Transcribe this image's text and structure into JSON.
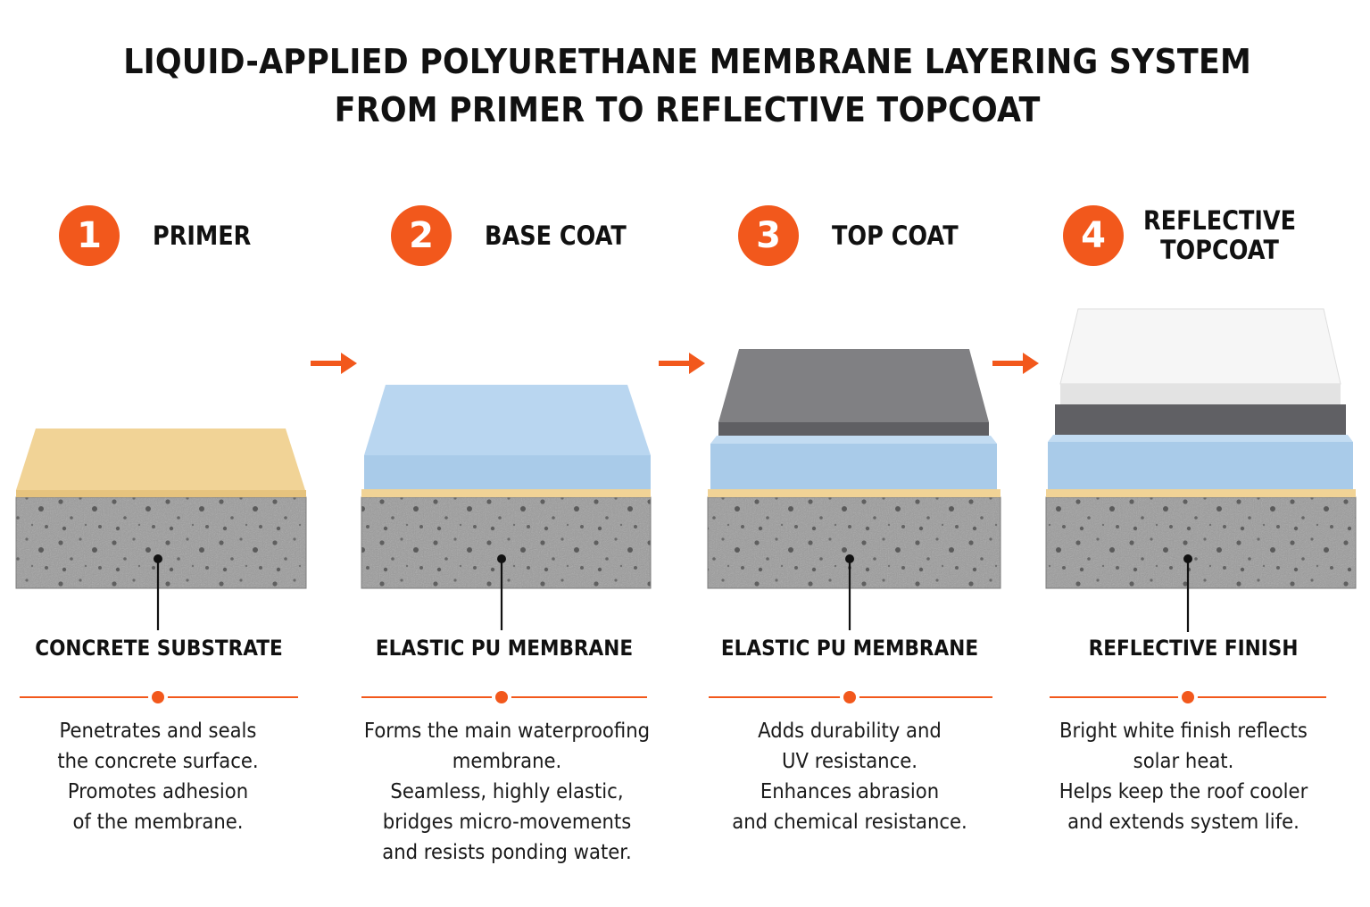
{
  "title": {
    "line1": "LIQUID-APPLIED POLYURETHANE MEMBRANE LAYERING SYSTEM",
    "line2": "FROM PRIMER TO REFLECTIVE TOPCOAT"
  },
  "colors": {
    "accent": "#f2581c",
    "primer": "#f1d396",
    "base_coat": "#b7d5ef",
    "top_coat": "#7b7b7e",
    "reflective": "#f6f6f6",
    "concrete": "#9b9b9b"
  },
  "steps": [
    {
      "number": "1",
      "title_lines": [
        "PRIMER"
      ],
      "callout": "CONCRETE SUBSTRATE",
      "description": [
        "Penetrates and seals",
        "the concrete surface.",
        "Promotes adhesion",
        "of the membrane."
      ]
    },
    {
      "number": "2",
      "title_lines": [
        "BASE COAT"
      ],
      "callout": "ELASTIC PU MEMBRANE",
      "description": [
        "Forms the main waterproofing",
        "membrane.",
        "Seamless, highly elastic,",
        "bridges micro-movements",
        "and resists ponding water."
      ]
    },
    {
      "number": "3",
      "title_lines": [
        "TOP COAT"
      ],
      "callout": "ELASTIC PU MEMBRANE",
      "description": [
        "Adds durability and",
        "UV resistance.",
        "Enhances abrasion",
        "and chemical resistance."
      ]
    },
    {
      "number": "4",
      "title_lines": [
        "REFLECTIVE",
        "TOPCOAT"
      ],
      "callout": "REFLECTIVE FINISH",
      "description": [
        "Bright white finish reflects",
        "solar heat.",
        "Helps keep the roof cooler",
        "and extends system life."
      ]
    }
  ]
}
